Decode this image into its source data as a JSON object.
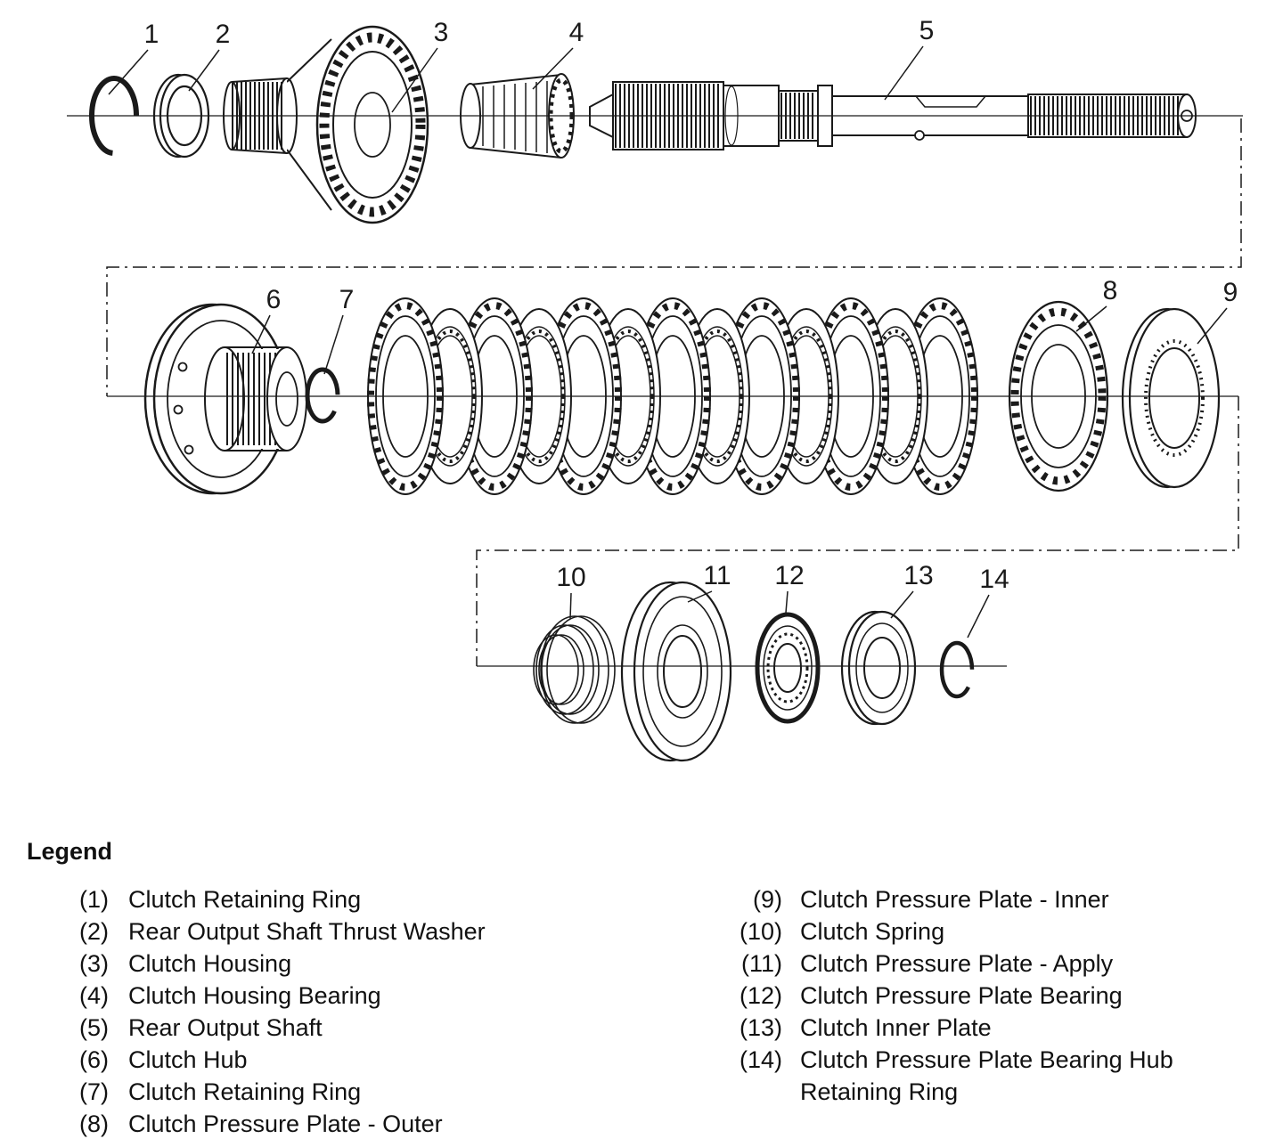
{
  "figure": {
    "callouts": [
      "1",
      "2",
      "3",
      "4",
      "5",
      "6",
      "7",
      "8",
      "9",
      "10",
      "11",
      "12",
      "13",
      "14"
    ]
  },
  "legend": {
    "title": "Legend",
    "left": [
      {
        "num": "(1)",
        "label": "Clutch Retaining Ring"
      },
      {
        "num": "(2)",
        "label": "Rear Output Shaft Thrust Washer"
      },
      {
        "num": "(3)",
        "label": "Clutch Housing"
      },
      {
        "num": "(4)",
        "label": "Clutch Housing Bearing"
      },
      {
        "num": "(5)",
        "label": "Rear Output Shaft"
      },
      {
        "num": "(6)",
        "label": "Clutch Hub"
      },
      {
        "num": "(7)",
        "label": "Clutch Retaining Ring"
      },
      {
        "num": "(8)",
        "label": "Clutch Pressure Plate - Outer"
      }
    ],
    "right": [
      {
        "num": "(9)",
        "label": "Clutch Pressure Plate - Inner"
      },
      {
        "num": "(10)",
        "label": "Clutch Spring"
      },
      {
        "num": "(11)",
        "label": "Clutch Pressure Plate - Apply"
      },
      {
        "num": "(12)",
        "label": "Clutch Pressure Plate Bearing"
      },
      {
        "num": "(13)",
        "label": "Clutch Inner Plate"
      },
      {
        "num": "(14)",
        "label": "Clutch Pressure Plate Bearing Hub\nRetaining Ring"
      }
    ]
  },
  "colors": {
    "ink": "#1a1a1a",
    "background": "#ffffff"
  }
}
